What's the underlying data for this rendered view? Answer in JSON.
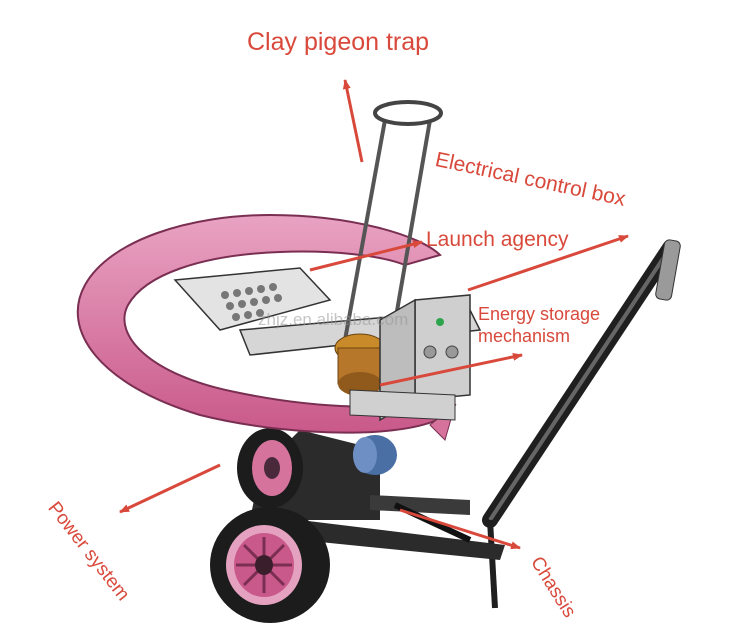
{
  "labels": {
    "clay_pigeon_trap": "Clay pigeon trap",
    "electrical_control_box": "Electrical control box",
    "launch_agency": "Launch agency",
    "energy_storage": "Energy storage mechanism",
    "power_system": "Power system",
    "chassis": "Chassis"
  },
  "watermark": "zhjz.en.alibaba.com",
  "colors": {
    "label_red": "#d9493b",
    "arm_pink": "#d6739c",
    "frame_dark": "#2b2b2b",
    "motor_blue": "#4a6fa5",
    "spring_gold": "#c98a2a"
  }
}
